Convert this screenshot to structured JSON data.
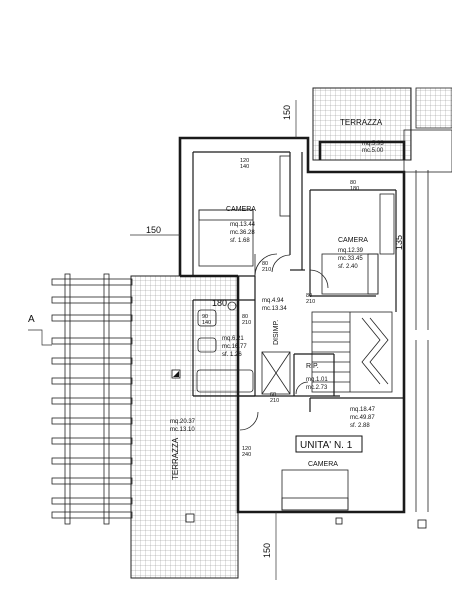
{
  "terrace_top": {
    "name": "TERRAZZA",
    "mq": "mq.5.93",
    "mc": "mc.5.00"
  },
  "terrace_left": {
    "name": "TERRAZZA",
    "mq": "mq.20.37",
    "mc": "mc.13.10"
  },
  "bedroom_1": {
    "name": "CAMERA",
    "mq": "mq.13.44",
    "mc": "mc.36.28",
    "sf": "sf. 1.68"
  },
  "bedroom_2": {
    "name": "CAMERA",
    "mq": "mq.12.39",
    "mc": "mc.33.45",
    "sf": "sf. 2.40"
  },
  "bedroom_3": {
    "name": "CAMERA",
    "mq": "mq.18.47",
    "mc": "mc.49.87",
    "sf": "sf. 2.88"
  },
  "hall": {
    "name": "DISIMP.",
    "mq": "mq.4.94",
    "mc": "mc.13.34"
  },
  "bath": {
    "mq": "mq.6.21",
    "mc": "mc.16.77",
    "sf": "sf. 1.26"
  },
  "storage": {
    "name": "RIP.",
    "mq": "mq.1.01",
    "mc": "mc.2.73"
  },
  "unit_label": "UNITA' N. 1",
  "section_marker": "A",
  "dimensions": {
    "d150_top": "150",
    "d150_left": "150",
    "d150_bottom": "150",
    "d135": "135",
    "d180_bath": "180",
    "door_120_140": [
      "120",
      "140"
    ],
    "door_80_180": [
      "80",
      "180"
    ],
    "door_80_210_a": [
      "80",
      "210"
    ],
    "door_80_210_b": [
      "80",
      "210"
    ],
    "door_80_210_c": [
      "80",
      "210"
    ],
    "window_90_140": [
      "90",
      "140"
    ],
    "window_120_240": [
      "120",
      "240"
    ],
    "door_60_210": [
      "60",
      "210"
    ]
  }
}
